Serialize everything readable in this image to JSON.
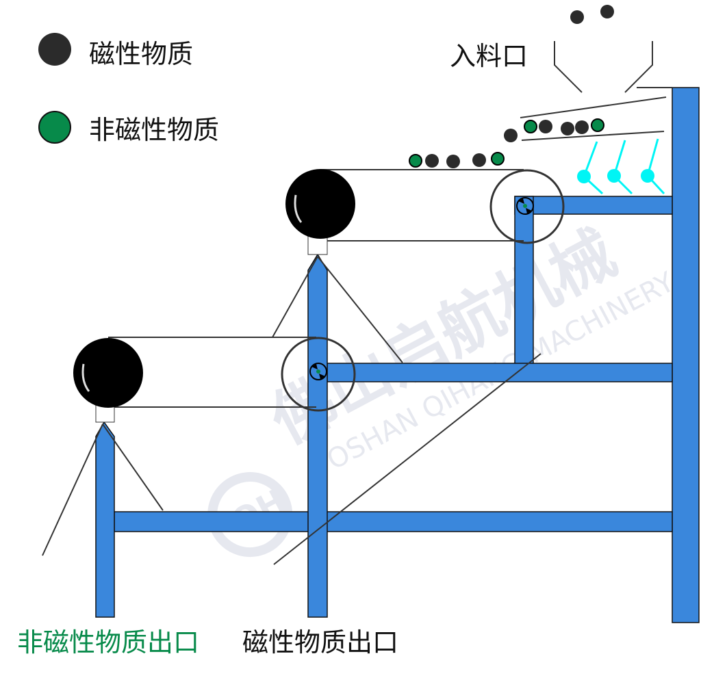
{
  "legend": {
    "magnetic": "磁性物质",
    "non_magnetic": "非磁性物质"
  },
  "labels": {
    "feed_inlet": "入料口",
    "non_magnetic_outlet": "非磁性物质出口",
    "magnetic_outlet": "磁性物质出口"
  },
  "watermark": {
    "cn": "佛山启航机械",
    "en": "FOSHAN QIHANG MACHINERY",
    "logo": "QH"
  },
  "colors": {
    "frame": "#3a87dc",
    "magnetic": "#2b2b2b",
    "non_magnetic": "#078a4a",
    "magnet": "#00f5f5",
    "non_magnetic_label": "#078a4a"
  }
}
